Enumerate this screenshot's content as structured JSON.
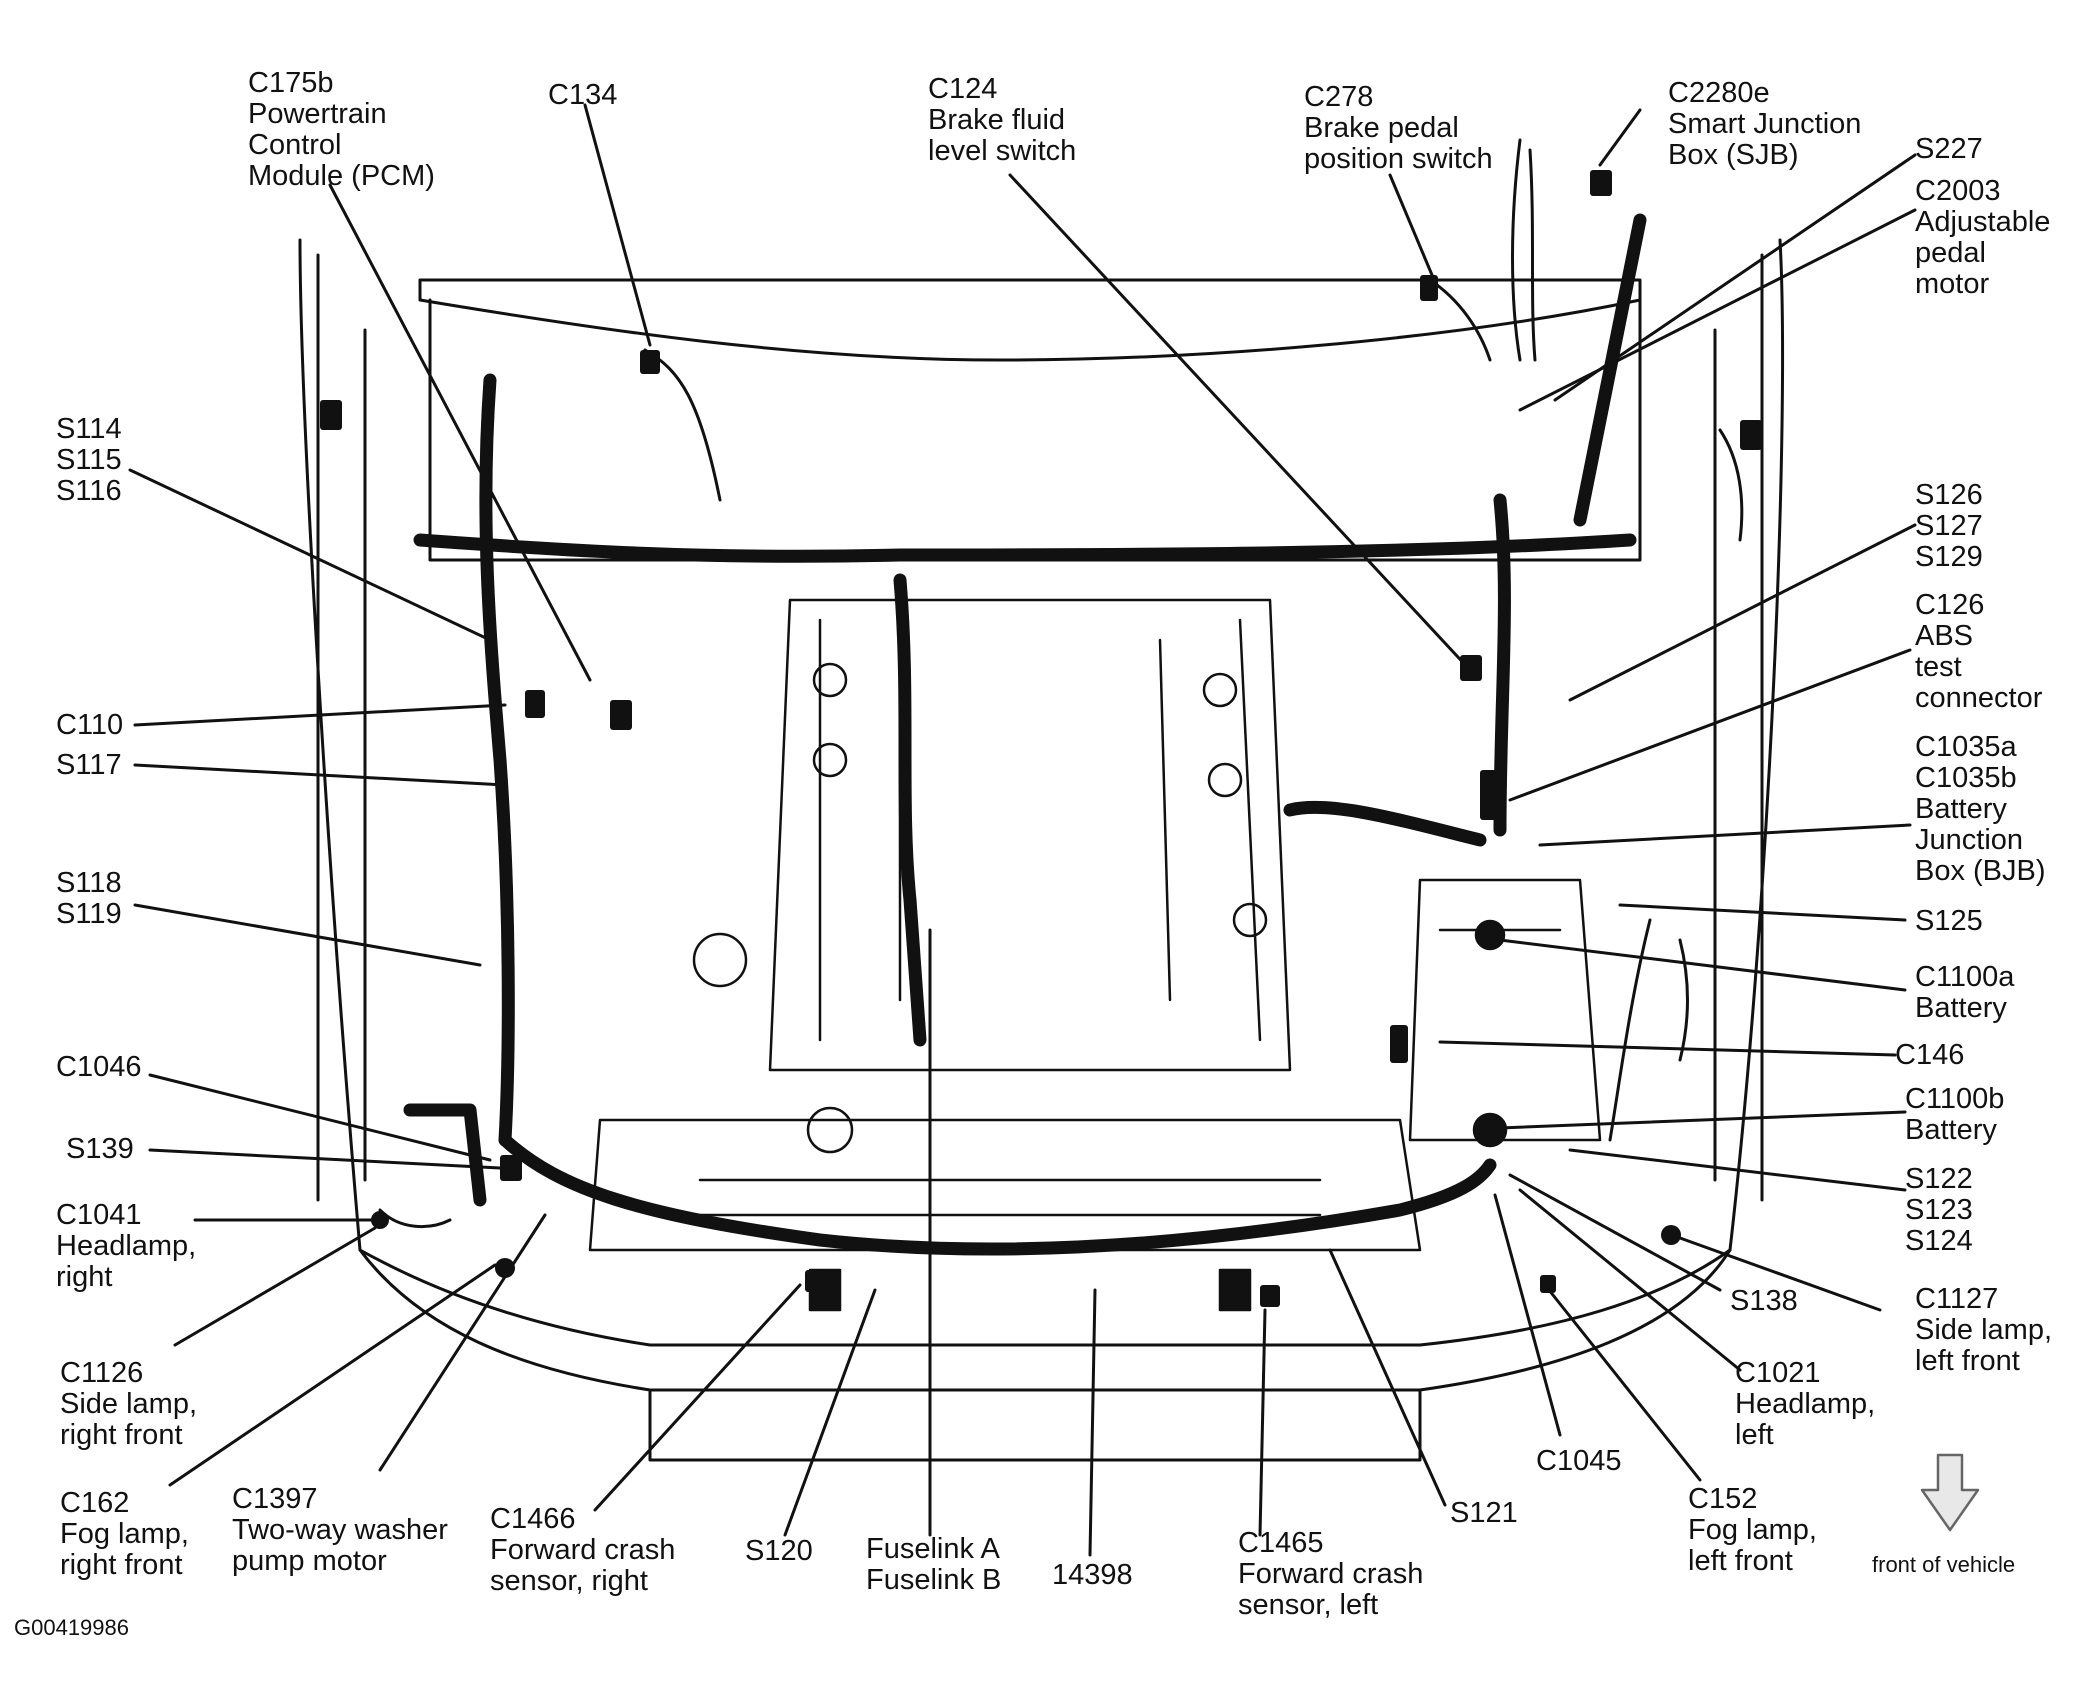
{
  "figure_id": "G00419986",
  "orientation_label": "front of vehicle",
  "labels": [
    {
      "id": "c175b",
      "lines": [
        "C175b",
        "Powertrain",
        "Control",
        "Module (PCM)"
      ]
    },
    {
      "id": "c134",
      "lines": [
        "C134"
      ]
    },
    {
      "id": "c124",
      "lines": [
        "C124",
        "Brake fluid",
        "level switch"
      ]
    },
    {
      "id": "c278",
      "lines": [
        "C278",
        "Brake pedal",
        "position switch"
      ]
    },
    {
      "id": "c2280e",
      "lines": [
        "C2280e",
        "Smart Junction",
        "Box (SJB)"
      ]
    },
    {
      "id": "s227",
      "lines": [
        "S227"
      ]
    },
    {
      "id": "c2003",
      "lines": [
        "C2003",
        "Adjustable",
        "pedal",
        "motor"
      ]
    },
    {
      "id": "s114",
      "lines": [
        "S114",
        "S115",
        "S116"
      ]
    },
    {
      "id": "s126",
      "lines": [
        "S126",
        "S127",
        "S129"
      ]
    },
    {
      "id": "c126",
      "lines": [
        "C126",
        "ABS",
        "test",
        "connector"
      ]
    },
    {
      "id": "c110",
      "lines": [
        "C110"
      ]
    },
    {
      "id": "s117",
      "lines": [
        "S117"
      ]
    },
    {
      "id": "c1035",
      "lines": [
        "C1035a",
        "C1035b",
        "Battery",
        "Junction",
        "Box (BJB)"
      ]
    },
    {
      "id": "s118",
      "lines": [
        "S118",
        "S119"
      ]
    },
    {
      "id": "s125",
      "lines": [
        "S125"
      ]
    },
    {
      "id": "c1100a",
      "lines": [
        "C1100a",
        "Battery"
      ]
    },
    {
      "id": "c146",
      "lines": [
        "C146"
      ]
    },
    {
      "id": "c1046",
      "lines": [
        "C1046"
      ]
    },
    {
      "id": "c1100b",
      "lines": [
        "C1100b",
        "Battery"
      ]
    },
    {
      "id": "s139",
      "lines": [
        "S139"
      ]
    },
    {
      "id": "s122",
      "lines": [
        "S122",
        "S123",
        "S124"
      ]
    },
    {
      "id": "c1041",
      "lines": [
        "C1041",
        "Headlamp,",
        "right"
      ]
    },
    {
      "id": "s138",
      "lines": [
        "S138"
      ]
    },
    {
      "id": "c1127",
      "lines": [
        "C1127",
        "Side lamp,",
        "left front"
      ]
    },
    {
      "id": "c1126",
      "lines": [
        "C1126",
        "Side lamp,",
        "right front"
      ]
    },
    {
      "id": "c1021",
      "lines": [
        "C1021",
        "Headlamp,",
        "left"
      ]
    },
    {
      "id": "c1045",
      "lines": [
        "C1045"
      ]
    },
    {
      "id": "c162",
      "lines": [
        "C162",
        "Fog lamp,",
        "right front"
      ]
    },
    {
      "id": "c1397",
      "lines": [
        "C1397",
        "Two-way washer",
        "pump motor"
      ]
    },
    {
      "id": "c1466",
      "lines": [
        "C1466",
        "Forward crash",
        "sensor, right"
      ]
    },
    {
      "id": "s120",
      "lines": [
        "S120"
      ]
    },
    {
      "id": "fuselink",
      "lines": [
        "Fuselink A",
        "Fuselink B"
      ]
    },
    {
      "id": "n14398",
      "lines": [
        "14398"
      ]
    },
    {
      "id": "c1465",
      "lines": [
        "C1465",
        "Forward crash",
        "sensor, left"
      ]
    },
    {
      "id": "s121",
      "lines": [
        "S121"
      ]
    },
    {
      "id": "c152",
      "lines": [
        "C152",
        "Fog lamp,",
        "left front"
      ]
    }
  ]
}
